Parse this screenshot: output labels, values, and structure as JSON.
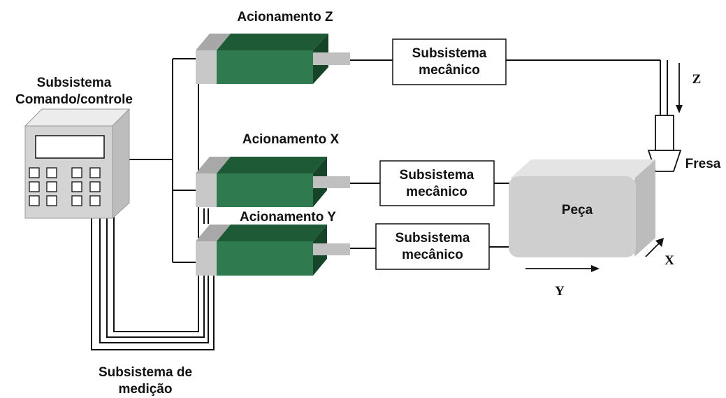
{
  "control": {
    "title_line1": "Subsistema",
    "title_line2": "Comando/controle"
  },
  "drives": {
    "z": "Acionamento Z",
    "x": "Acionamento X",
    "y": "Acionamento Y"
  },
  "mech": {
    "line1": "Subsistema",
    "line2": "mecânico"
  },
  "measurement": {
    "line1": "Subsistema de",
    "line2": "medição"
  },
  "workpiece": "Peça",
  "tool": "Fresa",
  "axes": {
    "z": "Z",
    "x": "X",
    "y": "Y"
  },
  "colors": {
    "motor_front": "#2f7a4f",
    "motor_top": "#1f5a36",
    "motor_side": "#164428",
    "motor_cap": "#c8c8c8",
    "shaft": "#c0c0c0",
    "cabinet": "#d4d4d4",
    "workpiece": "#cfcfcf"
  }
}
